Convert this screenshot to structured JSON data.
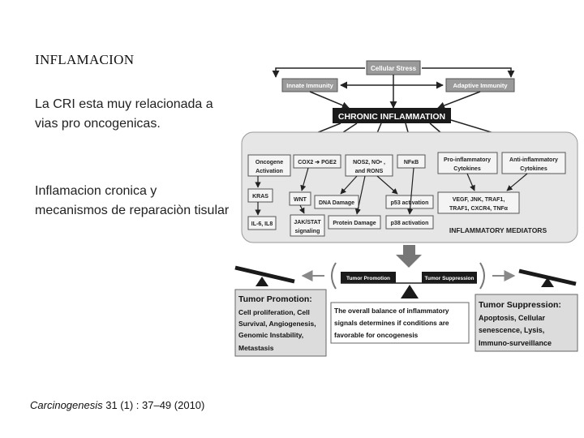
{
  "slide": {
    "title": "INFLAMACION",
    "paragraph1": "La CRI esta muy relacionada a vias pro oncogenicas.",
    "paragraph2": "Inflamacion cronica y mecanismos de reparaciòn tisular",
    "citation_journal": "Carcinogenesis",
    "citation_ref": " 31 (1) : 37–49 (2010)"
  },
  "diagram": {
    "cellular_stress": "Cellular Stress",
    "innate_immunity": "Innate Immunity",
    "adaptive_immunity": "Adaptive Immunity",
    "chronic_inflammation": "CHRONIC INFLAMMATION",
    "oncogene_activation_1": "Oncogene",
    "oncogene_activation_2": "Activation",
    "cox2_pge2": "COX2 ➔ PGE2",
    "nos2_1": "NOS2, NO• ,",
    "nos2_2": "and RONS",
    "nfkb": "NFκB",
    "pro_inflam_1": "Pro-inflammatory",
    "pro_inflam_2": "Cytokines",
    "anti_inflam_1": "Anti-inflammatory",
    "anti_inflam_2": "Cytokines",
    "kras": "KRAS",
    "wnt": "WNT",
    "dna_damage": "DNA Damage",
    "p53": "p53 activation",
    "cytokines_1": "VEGF, JNK, TRAF1,",
    "cytokines_2": "TRAF1, CXCR4, TNFα",
    "il6": "IL-6, IL8",
    "jak_1": "JAK/STAT",
    "jak_2": "signaling",
    "protein_damage": "Protein Damage",
    "p38": "p38 activation",
    "mediators": "INFLAMMATORY MEDIATORS",
    "tumor_promotion_tag": "Tumor Promotion",
    "tumor_suppression_tag": "Tumor Suppression",
    "promotion_title": "Tumor Promotion:",
    "promotion_1": "Cell proliferation, Cell",
    "promotion_2": "Survival, Angiogenesis,",
    "promotion_3": "Genomic Instability,",
    "promotion_4": "Metastasis",
    "balance_1": "The overall balance of inflammatory",
    "balance_2": "signals determines if conditions are",
    "balance_3": "favorable for oncogenesis",
    "suppression_title": "Tumor Suppression:",
    "suppression_1": "Apoptosis, Cellular",
    "suppression_2": "senescence, Lysis,",
    "suppression_3": "Immuno-surveillance"
  }
}
